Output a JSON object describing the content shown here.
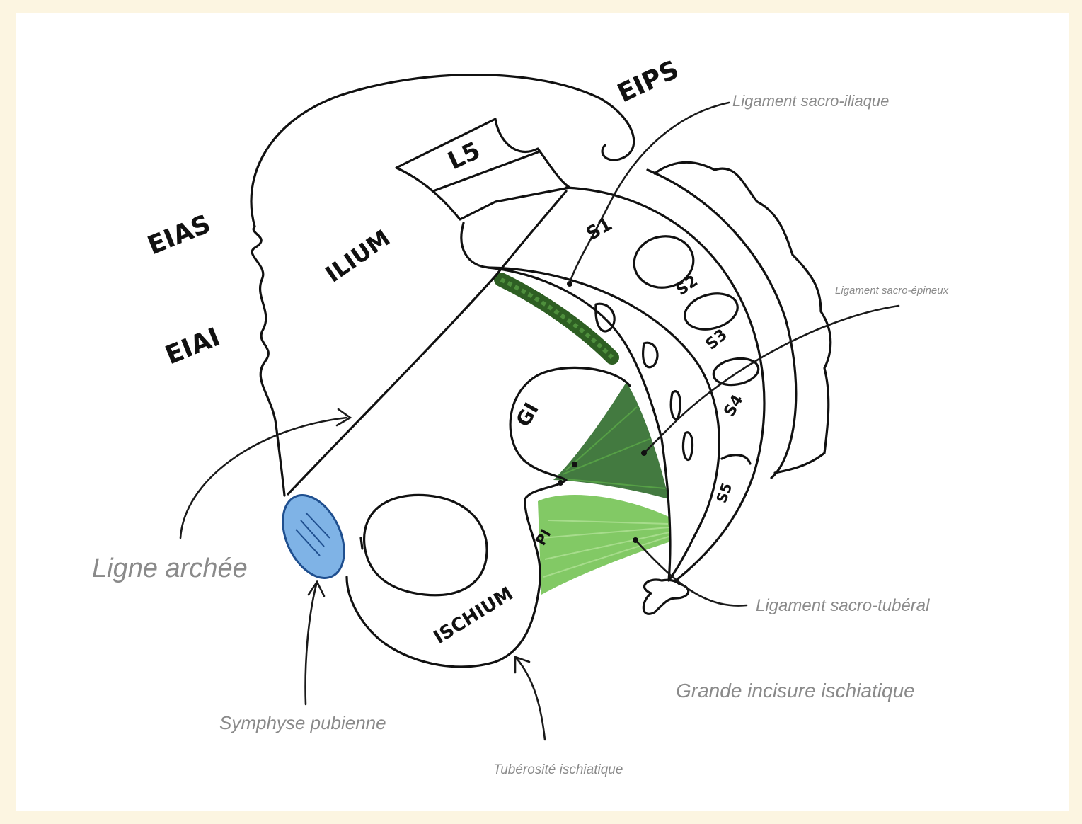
{
  "colors": {
    "background": "#fcf5e1",
    "sheet": "#ffffff",
    "ink": "#111111",
    "caption": "#8a8a8a",
    "symphysis_fill": "#7fb3e6",
    "symphysis_stroke": "#1f4f8f",
    "sacrospinous_fill": "#2f6b2b",
    "sacrotuberous_fill": "#6cbf4a",
    "sacroiliac_fill": "#2e5f23"
  },
  "bone_labels": {
    "eips": "EIPS",
    "l5": "L5",
    "eias": "EIAS",
    "ilium": "ILIUM",
    "eiai": "EIAI",
    "s1": "S1",
    "s2": "S2",
    "s3": "S3",
    "s4": "S4",
    "s5": "S5",
    "gi": "GI",
    "pi": "PI",
    "ischium": "ISCHIUM"
  },
  "captions": {
    "sacro_iliac": "Ligament sacro-iliaque",
    "sacro_epineux": "Ligament sacro-épineux",
    "ligne_archee": "Ligne archée",
    "sacro_tuberal": "Ligament sacro-tubéral",
    "grande_incisure": "Grande incisure ischiatique",
    "symphyse": "Symphyse pubienne",
    "tuberosite": "Tubérosité ischiatique"
  }
}
